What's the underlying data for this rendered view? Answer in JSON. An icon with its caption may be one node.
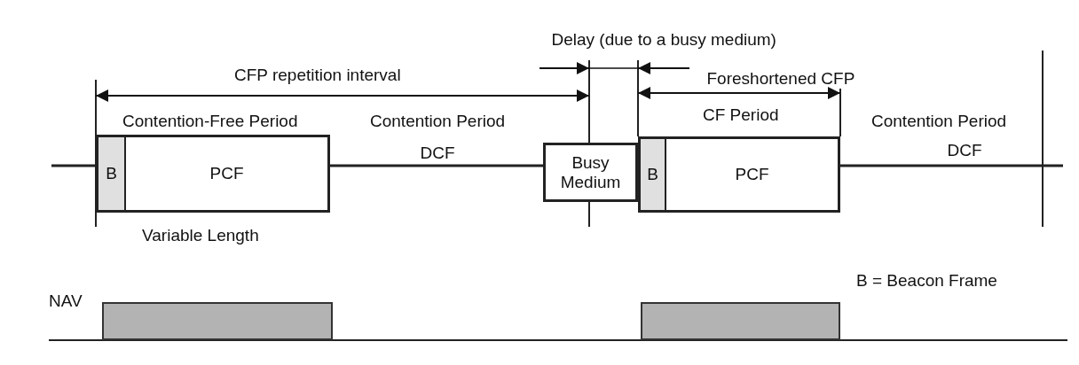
{
  "diagram": {
    "nodes": [
      {
        "text": [
          "B"
        ]
      },
      {
        "text": [
          "PCF"
        ]
      },
      {
        "text": [
          "Busy Medium"
        ]
      },
      {
        "text": [
          "B"
        ]
      },
      {
        "text": [
          "PCF"
        ]
      },
      {
        "text": [],
        "shape": "bar"
      },
      {
        "text": [],
        "shape": "bar"
      }
    ],
    "labels": [
      "Delay (due to a busy medium)",
      "CFP repetition interval",
      "Foreshortened CFP",
      "Contention-Free Period",
      "Contention Period",
      "CF Period",
      "Contention Period",
      "DCF",
      "DCF",
      "Variable Length",
      "B = Beacon Frame",
      "NAV"
    ]
  }
}
